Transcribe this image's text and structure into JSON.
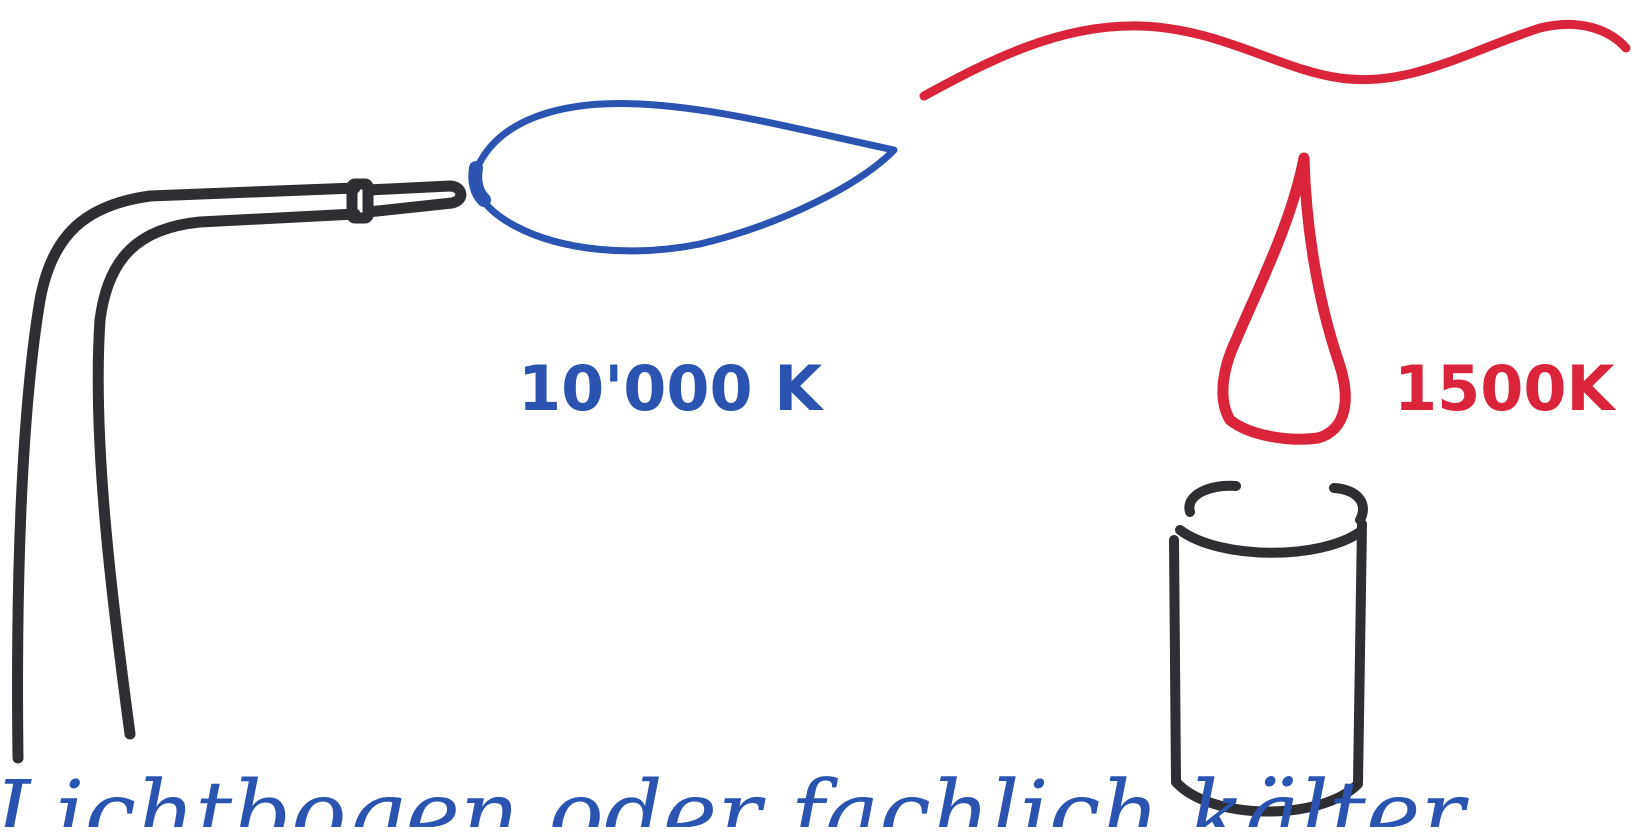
{
  "labels": {
    "torch_temperature": "10'000 K",
    "candle_temperature": "1500K",
    "caption": "Lichtbogen oder fachlich kälter"
  },
  "colors": {
    "torch_flame": "#2a54b0",
    "candle_flame": "#d9243c",
    "heat_wave": "#d9243c",
    "hardware": "#2e2e33",
    "background": "#ffffff"
  },
  "icons": {
    "torch": "gas-torch-icon",
    "torch_flame": "blue-flame-icon",
    "candle": "candle-icon",
    "candle_flame": "red-flame-icon",
    "heat": "heat-wave-icon"
  }
}
